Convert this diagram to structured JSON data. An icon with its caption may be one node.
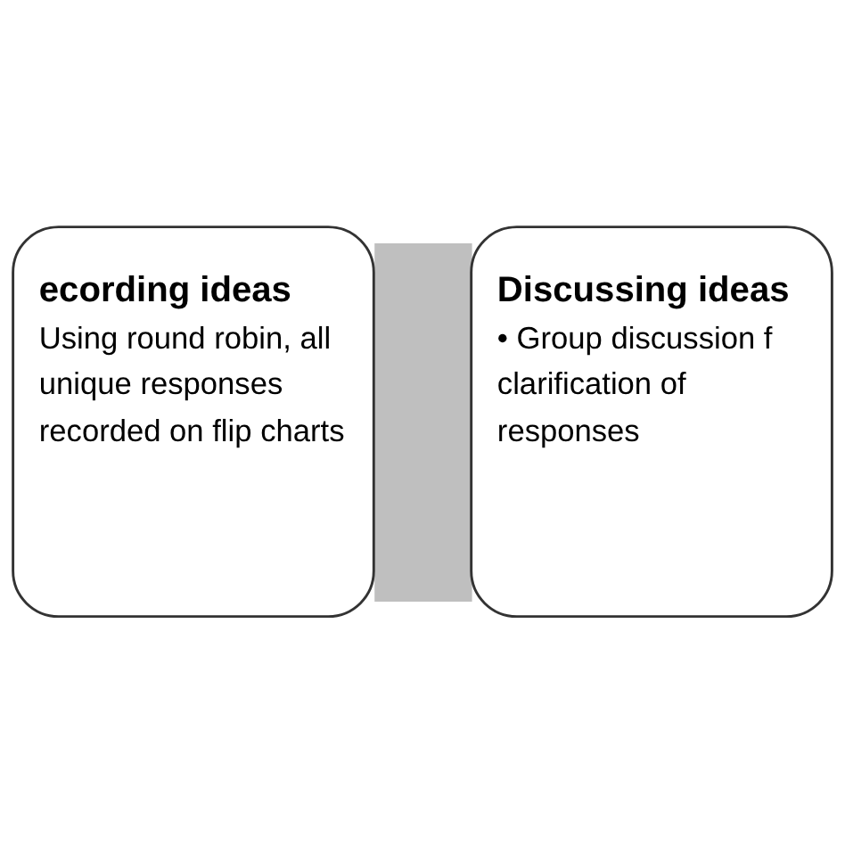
{
  "diagram": {
    "nodes": [
      {
        "text": [
          "ecording ideas",
          "Using round robin, all unique responses recorded on flip charts"
        ]
      },
      {
        "text": [
          "Discussing ideas",
          "• Group discussion f clarification of responses"
        ]
      }
    ],
    "edges": [
      {
        "from": 0,
        "to": 1,
        "arrow": "none",
        "color": "#bfbfbf"
      }
    ]
  }
}
